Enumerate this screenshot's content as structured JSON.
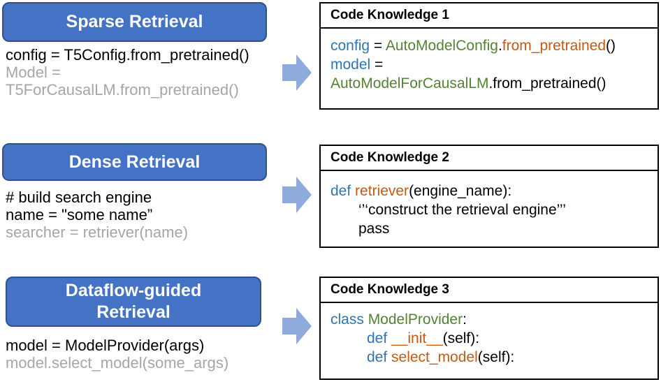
{
  "rows": [
    {
      "button_lines": [
        "Sparse Retrieval"
      ],
      "code_lines": [
        {
          "text": "config = T5Config.from_pretrained()",
          "style": "black"
        },
        {
          "text": "Model =",
          "style": "grey"
        },
        {
          "text": "T5ForCausalLM.from_pretrained()",
          "style": "grey"
        }
      ],
      "knowledge_title": "Code Knowledge 1",
      "knowledge_lines": [
        {
          "segments": [
            {
              "text": "config",
              "color": "blue"
            },
            {
              "text": " = ",
              "color": "black"
            },
            {
              "text": "AutoModelConfig",
              "color": "green"
            },
            {
              "text": ".",
              "color": "black"
            },
            {
              "text": "from_pretrained",
              "color": "orange"
            },
            {
              "text": "()",
              "color": "black"
            }
          ]
        },
        {
          "segments": [
            {
              "text": "model",
              "color": "blue"
            },
            {
              "text": " =",
              "color": "black"
            }
          ]
        },
        {
          "segments": [
            {
              "text": "AutoModelForCausalLM",
              "color": "green"
            },
            {
              "text": ".from_pretrained()",
              "color": "black"
            }
          ]
        }
      ]
    },
    {
      "button_lines": [
        "Dense Retrieval"
      ],
      "code_lines": [
        {
          "text": "# build search engine",
          "style": "black"
        },
        {
          "text": "name = \"some name”",
          "style": "black"
        },
        {
          "text": "searcher = retriever(name)",
          "style": "grey"
        }
      ],
      "knowledge_title": "Code Knowledge 2",
      "knowledge_lines": [
        {
          "segments": [
            {
              "text": "def ",
              "color": "blue"
            },
            {
              "text": "retriever",
              "color": "orange"
            },
            {
              "text": "(engine_name):",
              "color": "black"
            }
          ]
        },
        {
          "segments": [
            {
              "text": "‘’‘construct the retrieval engine’’’",
              "color": "black"
            }
          ]
        },
        {
          "segments": [
            {
              "text": "pass",
              "color": "black"
            }
          ]
        }
      ]
    },
    {
      "button_lines": [
        "Dataflow-guided",
        "Retrieval"
      ],
      "code_lines": [
        {
          "text": "model = ModelProvider(args)",
          "style": "black"
        },
        {
          "text": "model.select_model(some_args)",
          "style": "grey"
        }
      ],
      "knowledge_title": "Code Knowledge 3",
      "knowledge_lines": [
        {
          "segments": [
            {
              "text": "class ",
              "color": "blue"
            },
            {
              "text": "ModelProvider",
              "color": "green"
            },
            {
              "text": ":",
              "color": "black"
            }
          ]
        },
        {
          "segments": [
            {
              "text": "def ",
              "color": "blue"
            },
            {
              "text": "__init__",
              "color": "orange"
            },
            {
              "text": "(self):",
              "color": "black"
            }
          ]
        },
        {
          "segments": [
            {
              "text": "def ",
              "color": "blue"
            },
            {
              "text": "select_model",
              "color": "orange"
            },
            {
              "text": "(self):",
              "color": "black"
            }
          ]
        }
      ]
    }
  ],
  "colors": {
    "button_fill": "#4472c4",
    "arrow": "#8faadc",
    "keyword_blue": "#2e75b6",
    "class_green": "#548235",
    "function_orange": "#c55a11",
    "dimmed_grey": "#a6a6a6"
  }
}
